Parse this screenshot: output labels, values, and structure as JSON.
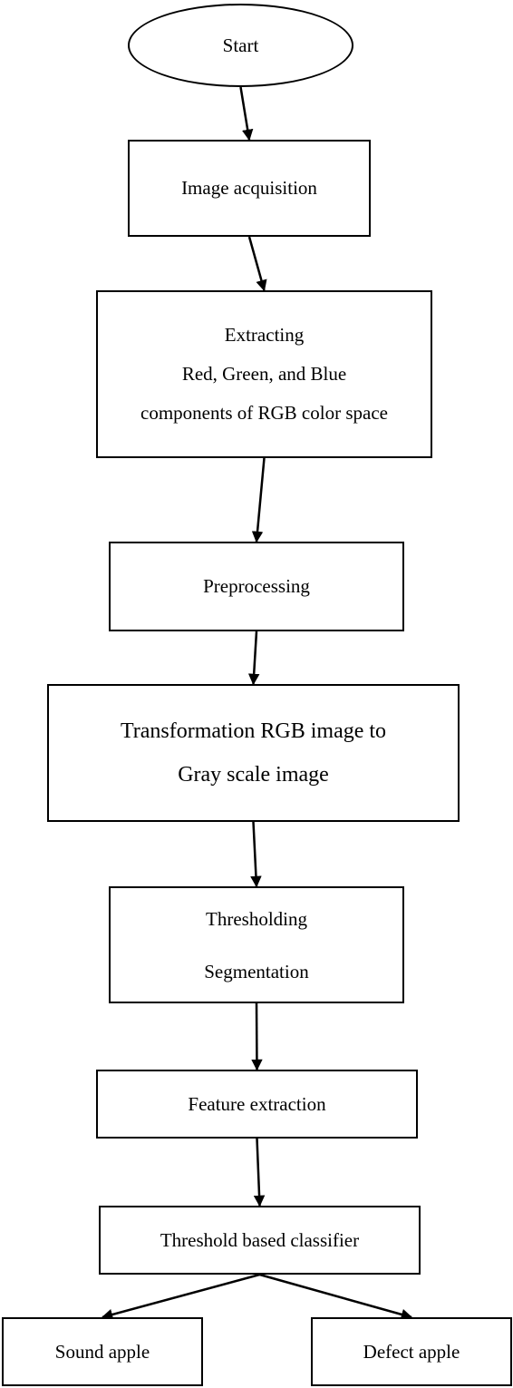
{
  "diagram": {
    "nodes": [
      {
        "id": "start",
        "name": "start-node",
        "shape": "ellipse",
        "lines": [
          "Start"
        ]
      },
      {
        "id": "acquisition",
        "name": "image-acquisition-node",
        "shape": "rect",
        "lines": [
          "Image acquisition"
        ]
      },
      {
        "id": "extracting",
        "name": "extracting-rgb-node",
        "shape": "rect",
        "lines": [
          "Extracting",
          "Red, Green, and Blue",
          "components of RGB color space"
        ]
      },
      {
        "id": "preprocessing",
        "name": "preprocessing-node",
        "shape": "rect",
        "lines": [
          "Preprocessing"
        ]
      },
      {
        "id": "transformation",
        "name": "transformation-node",
        "shape": "rect",
        "lines": [
          "Transformation RGB image to",
          "Gray scale image"
        ]
      },
      {
        "id": "thresholding",
        "name": "thresholding-segmentation-node",
        "shape": "rect",
        "lines": [
          "Thresholding",
          "Segmentation"
        ]
      },
      {
        "id": "features",
        "name": "feature-extraction-node",
        "shape": "rect",
        "lines": [
          "Feature extraction"
        ]
      },
      {
        "id": "classifier",
        "name": "threshold-classifier-node",
        "shape": "rect",
        "lines": [
          "Threshold based classifier"
        ]
      },
      {
        "id": "sound",
        "name": "sound-apple-node",
        "shape": "rect",
        "lines": [
          "Sound apple"
        ]
      },
      {
        "id": "defect",
        "name": "defect-apple-node",
        "shape": "rect",
        "lines": [
          "Defect apple"
        ]
      }
    ],
    "edges": [
      {
        "from": "start",
        "to": "acquisition"
      },
      {
        "from": "acquisition",
        "to": "extracting"
      },
      {
        "from": "extracting",
        "to": "preprocessing"
      },
      {
        "from": "preprocessing",
        "to": "transformation"
      },
      {
        "from": "transformation",
        "to": "thresholding"
      },
      {
        "from": "thresholding",
        "to": "features"
      },
      {
        "from": "features",
        "to": "classifier"
      },
      {
        "from": "classifier",
        "to": "sound"
      },
      {
        "from": "classifier",
        "to": "defect"
      }
    ]
  }
}
